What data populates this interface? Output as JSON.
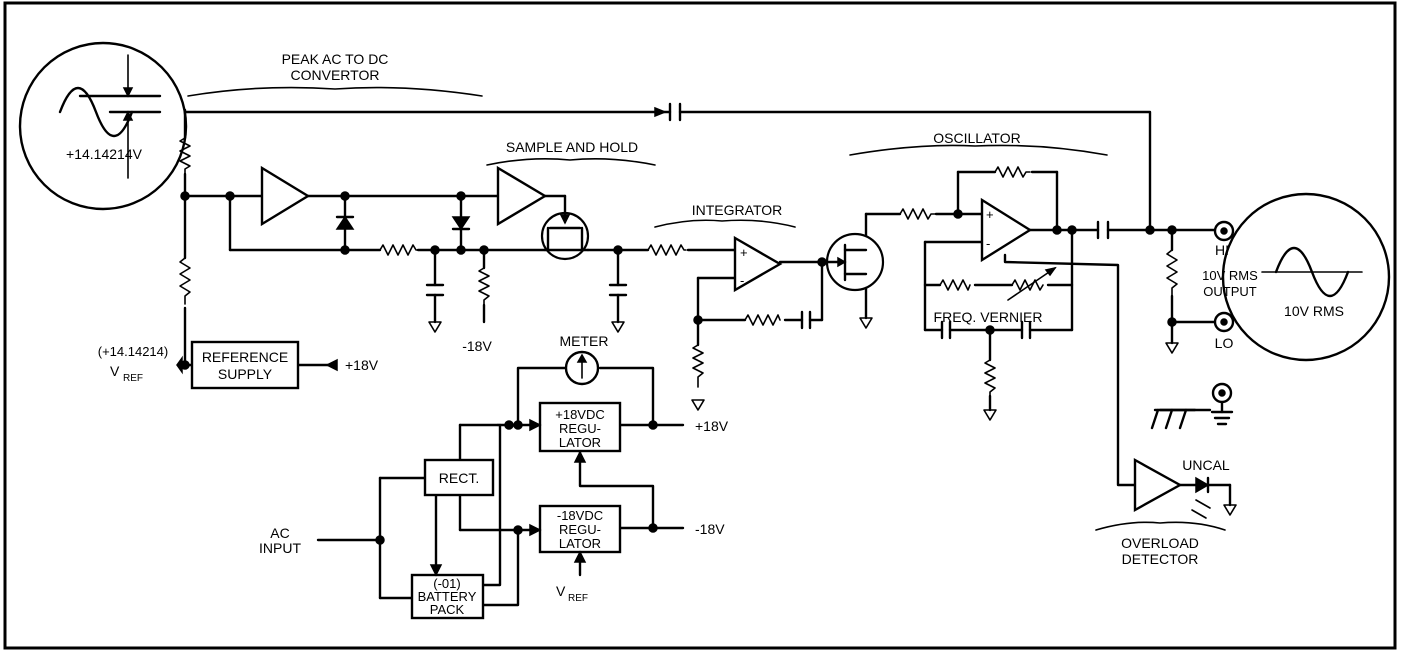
{
  "blocks": {
    "peak_converter": [
      "PEAK AC TO DC",
      "CONVERTOR"
    ],
    "sample_hold": "SAMPLE AND HOLD",
    "integrator": "INTEGRATOR",
    "oscillator": "OSCILLATOR",
    "meter": "METER",
    "reference_supply": [
      "REFERENCE",
      "SUPPLY"
    ],
    "rect": "RECT.",
    "battery_pack": [
      "(-01)",
      "BATTERY",
      "PACK"
    ],
    "reg_pos": [
      "+18VDC",
      "REGU-",
      "LATOR"
    ],
    "reg_neg": [
      "-18VDC",
      "REGU-",
      "LATOR"
    ],
    "freq_vernier": "FREQ. VERNIER",
    "overload_detector": [
      "OVERLOAD",
      "DETECTOR"
    ],
    "uncal": "UNCAL"
  },
  "labels": {
    "peak_voltage": "+14.14214V",
    "vref_value": "(+14.14214)",
    "vref": "V",
    "vref_sub": "REF",
    "plus18": "+18V",
    "minus18": "-18V",
    "ac_input": [
      "AC",
      "INPUT"
    ],
    "hi": "HI",
    "lo": "LO",
    "output": [
      "10V RMS",
      "OUTPUT"
    ],
    "output_wave": "10V RMS",
    "opamp_plus": "+",
    "opamp_minus": "-"
  }
}
